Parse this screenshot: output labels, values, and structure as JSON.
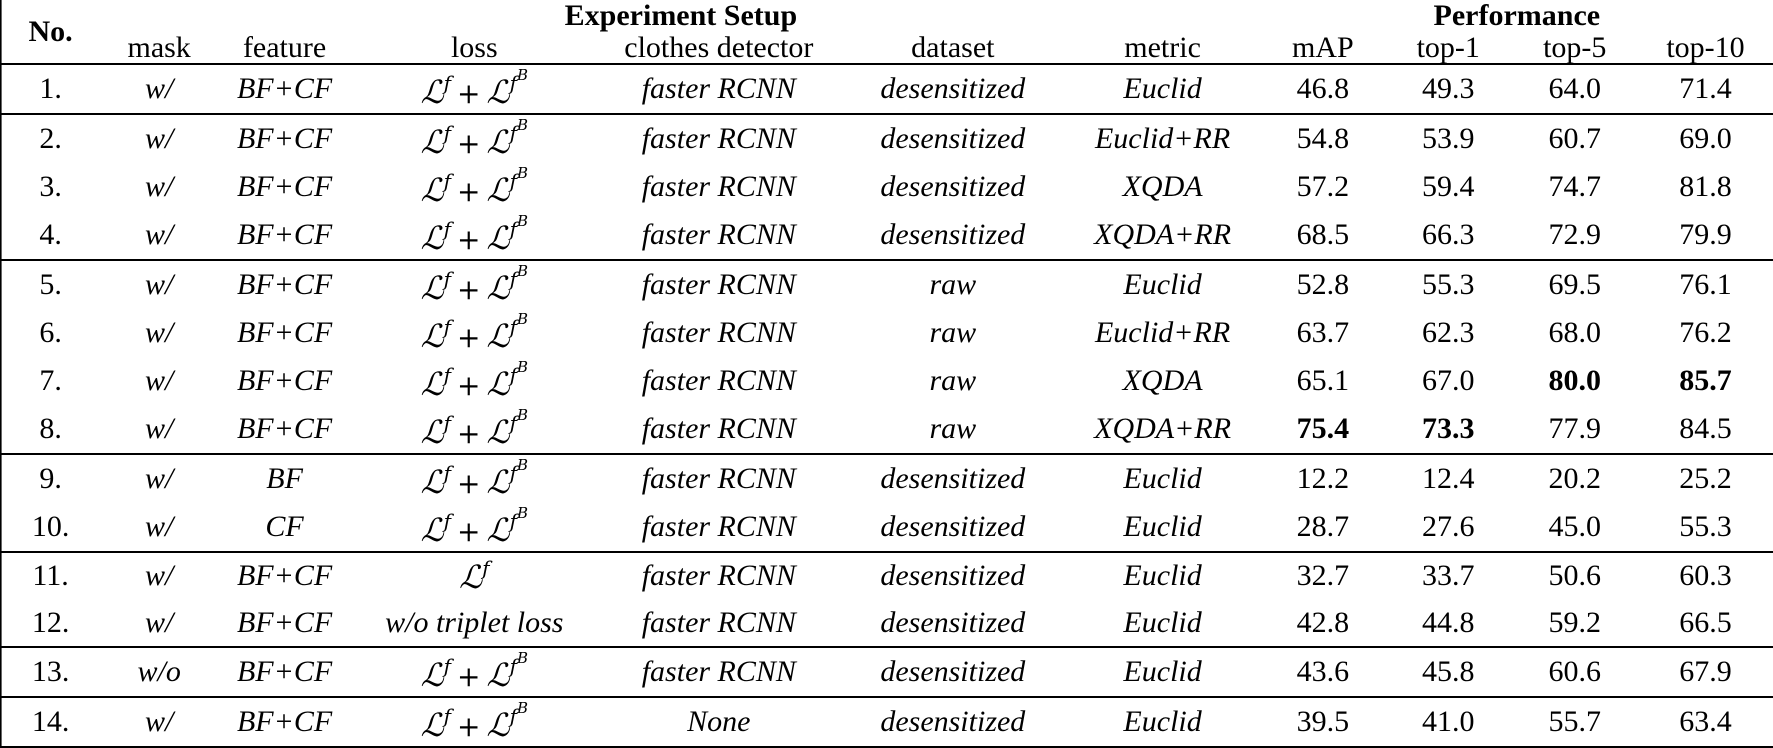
{
  "table": {
    "caption_groups": {
      "no": "No.",
      "experiment_setup": "Experiment Setup",
      "performance": "Performance"
    },
    "subheaders": {
      "mask": "mask",
      "feature": "feature",
      "loss": "loss",
      "clothes_detector": "clothes detector",
      "dataset": "dataset",
      "metric": "metric",
      "map": "mAP",
      "top1": "top-1",
      "top5": "top-5",
      "top10": "top-10"
    },
    "math": {
      "L": "ℒ",
      "sup_f": "f",
      "sup_B": "B",
      "plus": "+"
    },
    "rows": [
      {
        "no": "1.",
        "mask": "w/",
        "feature": "BF+CF",
        "loss_type": "Lf_plus_LfB",
        "loss_text": "",
        "detector": "faster RCNN",
        "dataset": "desensitized",
        "metric": "Euclid",
        "map": "46.8",
        "top1": "49.3",
        "top5": "64.0",
        "top10": "71.4",
        "bold": {
          "map": false,
          "top1": false,
          "top5": false,
          "top10": false
        },
        "group_start": true
      },
      {
        "no": "2.",
        "mask": "w/",
        "feature": "BF+CF",
        "loss_type": "Lf_plus_LfB",
        "loss_text": "",
        "detector": "faster RCNN",
        "dataset": "desensitized",
        "metric": "Euclid+RR",
        "map": "54.8",
        "top1": "53.9",
        "top5": "60.7",
        "top10": "69.0",
        "bold": {
          "map": false,
          "top1": false,
          "top5": false,
          "top10": false
        },
        "group_start": true
      },
      {
        "no": "3.",
        "mask": "w/",
        "feature": "BF+CF",
        "loss_type": "Lf_plus_LfB",
        "loss_text": "",
        "detector": "faster RCNN",
        "dataset": "desensitized",
        "metric": "XQDA",
        "map": "57.2",
        "top1": "59.4",
        "top5": "74.7",
        "top10": "81.8",
        "bold": {
          "map": false,
          "top1": false,
          "top5": false,
          "top10": false
        },
        "group_start": false
      },
      {
        "no": "4.",
        "mask": "w/",
        "feature": "BF+CF",
        "loss_type": "Lf_plus_LfB",
        "loss_text": "",
        "detector": "faster RCNN",
        "dataset": "desensitized",
        "metric": "XQDA+RR",
        "map": "68.5",
        "top1": "66.3",
        "top5": "72.9",
        "top10": "79.9",
        "bold": {
          "map": false,
          "top1": false,
          "top5": false,
          "top10": false
        },
        "group_start": false
      },
      {
        "no": "5.",
        "mask": "w/",
        "feature": "BF+CF",
        "loss_type": "Lf_plus_LfB",
        "loss_text": "",
        "detector": "faster RCNN",
        "dataset": "raw",
        "metric": "Euclid",
        "map": "52.8",
        "top1": "55.3",
        "top5": "69.5",
        "top10": "76.1",
        "bold": {
          "map": false,
          "top1": false,
          "top5": false,
          "top10": false
        },
        "group_start": true
      },
      {
        "no": "6.",
        "mask": "w/",
        "feature": "BF+CF",
        "loss_type": "Lf_plus_LfB",
        "loss_text": "",
        "detector": "faster RCNN",
        "dataset": "raw",
        "metric": "Euclid+RR",
        "map": "63.7",
        "top1": "62.3",
        "top5": "68.0",
        "top10": "76.2",
        "bold": {
          "map": false,
          "top1": false,
          "top5": false,
          "top10": false
        },
        "group_start": false
      },
      {
        "no": "7.",
        "mask": "w/",
        "feature": "BF+CF",
        "loss_type": "Lf_plus_LfB",
        "loss_text": "",
        "detector": "faster RCNN",
        "dataset": "raw",
        "metric": "XQDA",
        "map": "65.1",
        "top1": "67.0",
        "top5": "80.0",
        "top10": "85.7",
        "bold": {
          "map": false,
          "top1": false,
          "top5": true,
          "top10": true
        },
        "group_start": false
      },
      {
        "no": "8.",
        "mask": "w/",
        "feature": "BF+CF",
        "loss_type": "Lf_plus_LfB",
        "loss_text": "",
        "detector": "faster RCNN",
        "dataset": "raw",
        "metric": "XQDA+RR",
        "map": "75.4",
        "top1": "73.3",
        "top5": "77.9",
        "top10": "84.5",
        "bold": {
          "map": true,
          "top1": true,
          "top5": false,
          "top10": false
        },
        "group_start": false
      },
      {
        "no": "9.",
        "mask": "w/",
        "feature": "BF",
        "loss_type": "Lf_plus_LfB",
        "loss_text": "",
        "detector": "faster RCNN",
        "dataset": "desensitized",
        "metric": "Euclid",
        "map": "12.2",
        "top1": "12.4",
        "top5": "20.2",
        "top10": "25.2",
        "bold": {
          "map": false,
          "top1": false,
          "top5": false,
          "top10": false
        },
        "group_start": true
      },
      {
        "no": "10.",
        "mask": "w/",
        "feature": "CF",
        "loss_type": "Lf_plus_LfB",
        "loss_text": "",
        "detector": "faster RCNN",
        "dataset": "desensitized",
        "metric": "Euclid",
        "map": "28.7",
        "top1": "27.6",
        "top5": "45.0",
        "top10": "55.3",
        "bold": {
          "map": false,
          "top1": false,
          "top5": false,
          "top10": false
        },
        "group_start": false
      },
      {
        "no": "11.",
        "mask": "w/",
        "feature": "BF+CF",
        "loss_type": "Lf_only",
        "loss_text": "",
        "detector": "faster RCNN",
        "dataset": "desensitized",
        "metric": "Euclid",
        "map": "32.7",
        "top1": "33.7",
        "top5": "50.6",
        "top10": "60.3",
        "bold": {
          "map": false,
          "top1": false,
          "top5": false,
          "top10": false
        },
        "group_start": true
      },
      {
        "no": "12.",
        "mask": "w/",
        "feature": "BF+CF",
        "loss_type": "text",
        "loss_text": "w/o triplet loss",
        "detector": "faster RCNN",
        "dataset": "desensitized",
        "metric": "Euclid",
        "map": "42.8",
        "top1": "44.8",
        "top5": "59.2",
        "top10": "66.5",
        "bold": {
          "map": false,
          "top1": false,
          "top5": false,
          "top10": false
        },
        "group_start": false
      },
      {
        "no": "13.",
        "mask": "w/o",
        "feature": "BF+CF",
        "loss_type": "Lf_plus_LfB",
        "loss_text": "",
        "detector": "faster RCNN",
        "dataset": "desensitized",
        "metric": "Euclid",
        "map": "43.6",
        "top1": "45.8",
        "top5": "60.6",
        "top10": "67.9",
        "bold": {
          "map": false,
          "top1": false,
          "top5": false,
          "top10": false
        },
        "group_start": true
      },
      {
        "no": "14.",
        "mask": "w/",
        "feature": "BF+CF",
        "loss_type": "Lf_plus_LfB",
        "loss_text": "",
        "detector": "None",
        "dataset": "desensitized",
        "metric": "Euclid",
        "map": "39.5",
        "top1": "41.0",
        "top5": "55.7",
        "top10": "63.4",
        "bold": {
          "map": false,
          "top1": false,
          "top5": false,
          "top10": false
        },
        "group_start": true
      }
    ]
  }
}
